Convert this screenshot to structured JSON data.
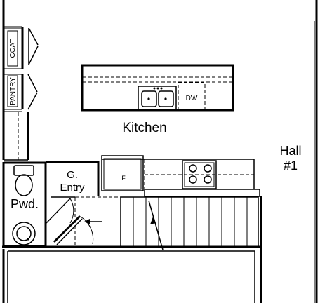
{
  "rooms": {
    "kitchen": "Kitchen",
    "hall": "Hall",
    "hall_number": "#1",
    "powder": "Pwd.",
    "garage_entry_line1": "G.",
    "garage_entry_line2": "Entry"
  },
  "fixtures": {
    "coat": "COAT",
    "pantry": "PANTRY",
    "dishwasher": "DW",
    "fridge": "F"
  },
  "colors": {
    "lines": "#000000",
    "background": "#ffffff"
  }
}
